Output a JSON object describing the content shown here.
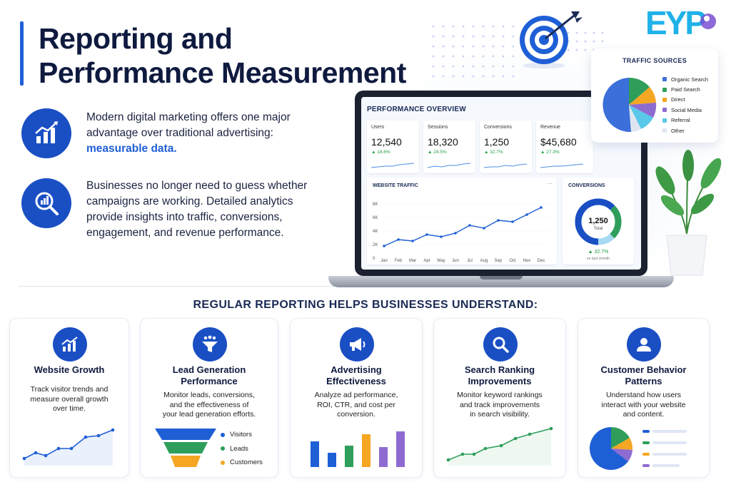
{
  "title_line1": "Reporting and",
  "title_line2": "Performance Measurement",
  "logo_text": "EYP",
  "intro": {
    "p1_text": "Modern digital marketing offers one major advantage over traditional advertising:",
    "p1_highlight": "measurable data.",
    "p2_text": "Businesses no longer need to guess whether campaigns are working. Detailed analytics provide insights into traffic, conversions, engagement, and revenue performance."
  },
  "dashboard": {
    "title": "PERFORMANCE OVERVIEW",
    "kpis": [
      {
        "label": "Users",
        "value": "12,540",
        "change": "▲ 18.6%"
      },
      {
        "label": "Sessions",
        "value": "18,320",
        "change": "▲ 24.5%"
      },
      {
        "label": "Conversions",
        "value": "1,250",
        "change": "▲ 32.7%"
      },
      {
        "label": "Revenue",
        "value": "$45,680",
        "change": "▲ 27.3%"
      }
    ],
    "traffic": {
      "title": "WEBSITE TRAFFIC",
      "yticks": [
        "8K",
        "6K",
        "4K",
        "2K",
        "0"
      ],
      "months": [
        "Jan",
        "Feb",
        "Mar",
        "Apr",
        "May",
        "Jun",
        "Jul",
        "Aug",
        "Sep",
        "Oct",
        "Nov",
        "Dec"
      ]
    },
    "conversions": {
      "title": "CONVERSIONS",
      "value": "1,250",
      "sub": "Total",
      "change": "▲ 32.7%",
      "note": "vs last month"
    }
  },
  "traffic_sources": {
    "title": "TRAFFIC SOURCES",
    "items": [
      {
        "label": "Organic Search",
        "color": "#3b6fd9"
      },
      {
        "label": "Paid Search",
        "color": "#2e9e5a"
      },
      {
        "label": "Direct",
        "color": "#f5a623"
      },
      {
        "label": "Social Media",
        "color": "#8e6bd1"
      },
      {
        "label": "Referral",
        "color": "#5ac8e8"
      },
      {
        "label": "Other",
        "color": "#dfe5f0"
      }
    ]
  },
  "subheading": "REGULAR REPORTING HELPS BUSINESSES UNDERSTAND:",
  "cards": [
    {
      "title_1": "Website Growth",
      "title_2": "",
      "desc_1": "Track visitor trends and",
      "desc_2": "measure overall growth",
      "desc_3": "over time."
    },
    {
      "title_1": "Lead Generation",
      "title_2": "Performance",
      "desc_1": "Monitor leads, conversions,",
      "desc_2": "and the effectiveness of",
      "desc_3": "your lead generation efforts."
    },
    {
      "title_1": "Advertising",
      "title_2": "Effectiveness",
      "desc_1": "Analyze ad performance,",
      "desc_2": "ROI, CTR, and cost per",
      "desc_3": "conversion."
    },
    {
      "title_1": "Search Ranking",
      "title_2": "Improvements",
      "desc_1": "Monitor keyword rankings",
      "desc_2": "and track improvements",
      "desc_3": "in search visibility."
    },
    {
      "title_1": "Customer Behavior",
      "title_2": "Patterns",
      "desc_1": "Understand how users",
      "desc_2": "interact with your website",
      "desc_3": "and content."
    }
  ],
  "funnel_legend": [
    "Visitors",
    "Leads",
    "Customers"
  ],
  "colors": {
    "primary": "#1a4fc4",
    "accent": "#1f5fd6",
    "green": "#22a04a",
    "title": "#0f1a3f"
  }
}
